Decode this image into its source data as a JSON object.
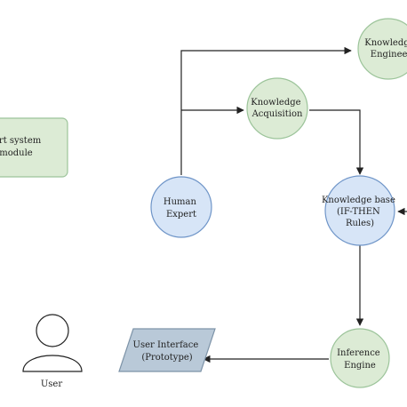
{
  "nodes": {
    "expert_module": {
      "lines": [
        "pert system",
        "module"
      ]
    },
    "knowledge_engineer": {
      "lines": [
        "Knowledge",
        "Engineer"
      ]
    },
    "knowledge_acquisition": {
      "lines": [
        "Knowledge",
        "Acquisition"
      ]
    },
    "human_expert": {
      "lines": [
        "Human",
        "Expert"
      ]
    },
    "knowledge_base": {
      "lines": [
        "Knowledge base",
        "(IF-THEN",
        "Rules)"
      ]
    },
    "inference_engine": {
      "lines": [
        "Inference",
        "Engine"
      ]
    },
    "user_interface": {
      "lines": [
        "User Interface",
        "(Prototype)"
      ]
    },
    "user": {
      "label": "User"
    }
  },
  "colors": {
    "green_fill": "#dcebd5",
    "green_stroke": "#9cc49a",
    "blue_fill": "#d7e5f7",
    "blue_stroke": "#6f95c8",
    "ui_fill": "#b9c9d8",
    "ui_stroke": "#7d93a8",
    "edge": "#222222"
  }
}
